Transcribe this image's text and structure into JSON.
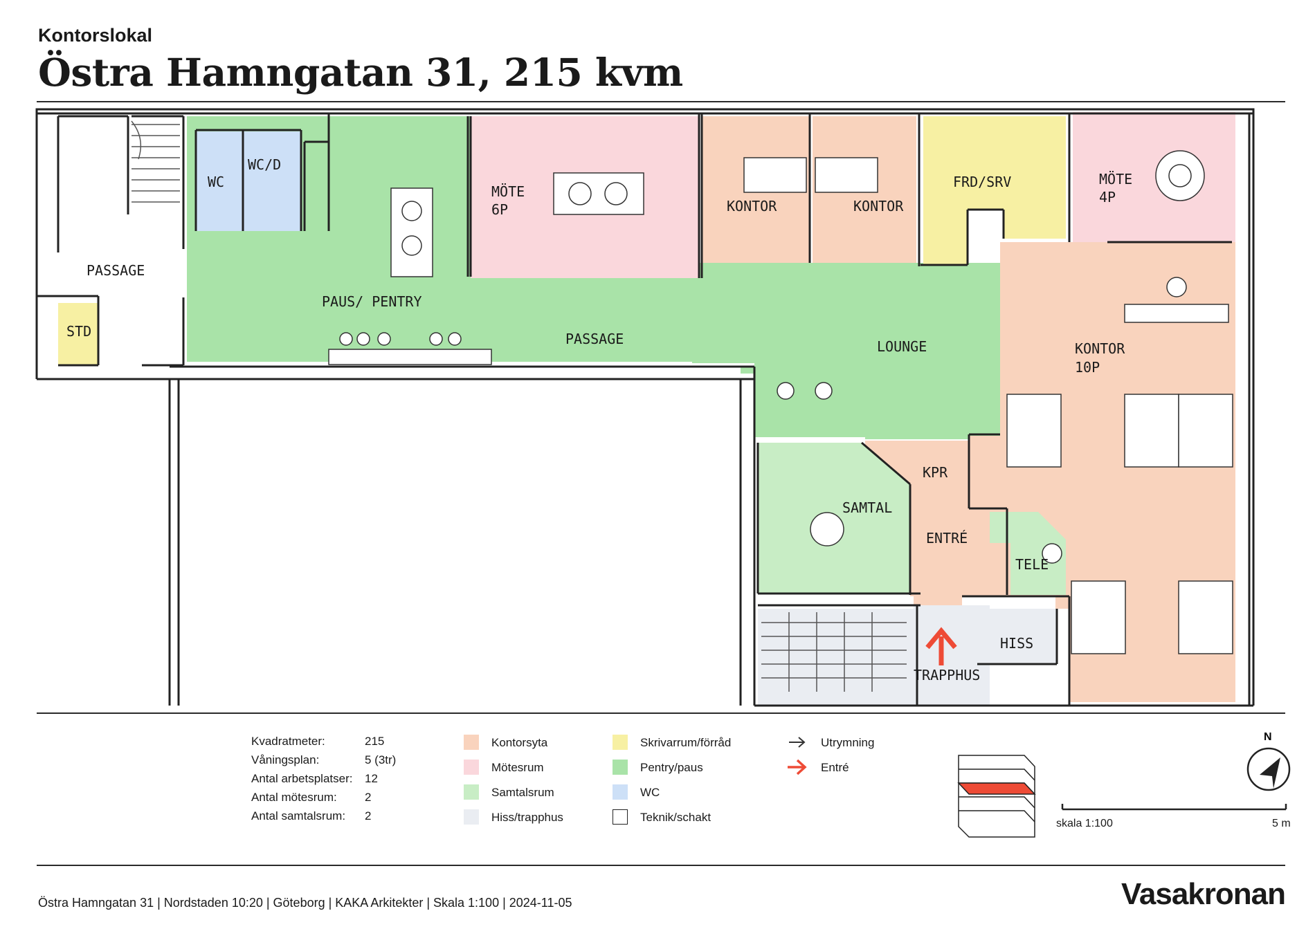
{
  "header": {
    "subtitle": "Kontorslokal",
    "title": "Östra Hamngatan 31, 215 kvm"
  },
  "rooms": {
    "wc": "WC",
    "wc_d": "WC/D",
    "passage_left": "PASSAGE",
    "std": "STD",
    "paus_pentry": "PAUS/ PENTRY",
    "passage_main": "PASSAGE",
    "mote_6p_line1": "MÖTE",
    "mote_6p_line2": "6P",
    "kontor_a": "KONTOR",
    "kontor_b": "KONTOR",
    "frd_srv": "FRD/SRV",
    "mote_4p_line1": "MÖTE",
    "mote_4p_line2": "4P",
    "lounge": "LOUNGE",
    "kontor_10p_line1": "KONTOR",
    "kontor_10p_line2": "10P",
    "kpr": "KPR",
    "samtal": "SAMTAL",
    "entre": "ENTRÉ",
    "tele": "TELE",
    "hiss": "HISS",
    "trapphus": "TRAPPHUS"
  },
  "stats": [
    {
      "label": "Kvadratmeter:",
      "value": "215"
    },
    {
      "label": "Våningsplan:",
      "value": "5 (3tr)"
    },
    {
      "label": "Antal arbetsplatser:",
      "value": "12"
    },
    {
      "label": "Antal mötesrum:",
      "value": "2"
    },
    {
      "label": "Antal samtalsrum:",
      "value": "2"
    }
  ],
  "legend": [
    {
      "label": "Kontorsyta",
      "color": "#f9d3bd"
    },
    {
      "label": "Mötesrum",
      "color": "#fad7dc"
    },
    {
      "label": "Samtalsrum",
      "color": "#c8edc5"
    },
    {
      "label": "Hiss/trapphus",
      "color": "#eaedf2"
    },
    {
      "label": "Skrivarrum/förråd",
      "color": "#f7f0a3"
    },
    {
      "label": "Pentry/paus",
      "color": "#a9e3a8"
    },
    {
      "label": "WC",
      "color": "#cde0f7"
    },
    {
      "label": "Teknik/schakt",
      "color": "#ffffff"
    }
  ],
  "symbols": [
    {
      "label": "Utrymning",
      "icon": "arrow-right-outline-icon"
    },
    {
      "label": "Entré",
      "icon": "arrow-right-red-icon",
      "color": "#ee4b36"
    }
  ],
  "colors": {
    "office": "#f9d3bd",
    "meeting": "#fad7dc",
    "conversation": "#c8edc5",
    "elevator": "#eaedf2",
    "storage": "#f7f0a3",
    "pentry": "#a9e3a8",
    "wc": "#cde0f7",
    "entrance_arrow": "#ee4b36",
    "floor_highlight": "#ee4b36"
  },
  "compass": {
    "label": "N"
  },
  "scale": {
    "label": "skala  1:100",
    "end": "5 m"
  },
  "footer": {
    "text": "Östra Hamngatan 31 |  Nordstaden 10:20  |  Göteborg  |  KAKA Arkitekter  |  Skala 1:100  |  2024-11-05",
    "brand": "Vasakronan"
  }
}
